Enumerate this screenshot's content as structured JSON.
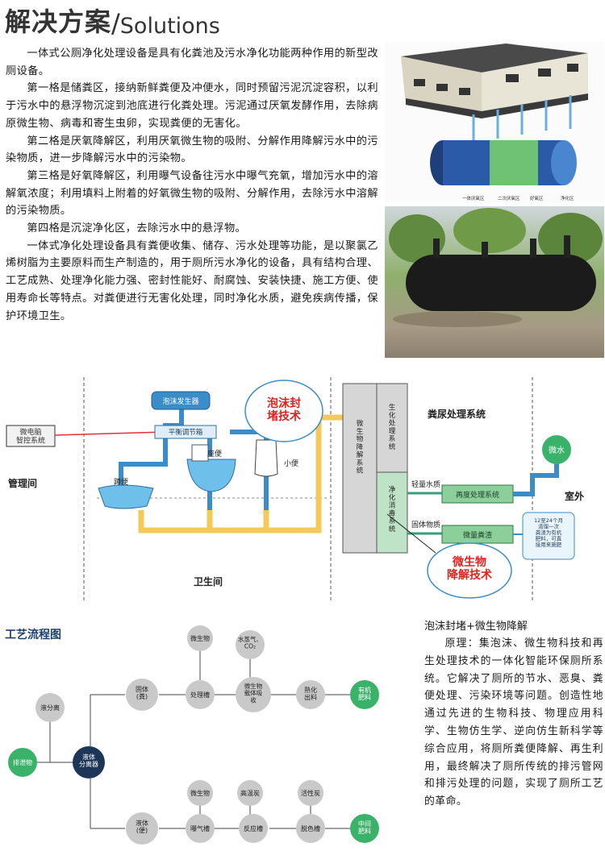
{
  "heading": {
    "zh": "解决方案",
    "slash": "/",
    "en": "Solutions"
  },
  "intro": [
    "一体式公厕净化处理设备是具有化粪池及污水净化功能两种作用的新型改厕设备。",
    "第一格是储粪区，接纳新鲜粪便及冲便水，同时预留污泥沉淀容积，以利于污水中的悬浮物沉淀到池底进行化粪处理。污泥通过厌氧发酵作用，去除病原微生物、病毒和寄生虫卵，实现粪便的无害化。",
    "第二格是厌氧降解区，利用厌氧微生物的吸附、分解作用降解污水中的污染物质，进一步降解污水中的污染物。",
    "第三格是好氧降解区，利用曝气设备往污水中曝气充氧，增加污水中的溶解氧浓度；利用填料上附着的好氧微生物的吸附、分解作用，去除污水中溶解的污染物质。",
    "第四格是沉淀净化区，去除污水中的悬浮物。",
    "一体式净化处理设备具有粪便收集、储存、污水处理等功能，是以聚氯乙烯树脂为主要原料而生产制造的，用于厕所污水净化的设备，具有结构合理、工艺成熟、处理净化能力强、密封性能好、耐腐蚀、安装快捷、施工方便、使用寿命长等特点。对粪便进行无害化处理，同时净化水质，避免疾病传播，保护环境卫生。"
  ],
  "render": {
    "labels": [
      "一体厌氧区",
      "二次厌氧区",
      "好氧区",
      "净化区"
    ]
  },
  "diagram": {
    "control_box": "微电脑\n智控系统",
    "management_room": "管理间",
    "foam_generator": "泡沫发生器",
    "balance_box": "平衡调节箱",
    "squat_toilet": "蹲便",
    "seat_toilet": "座便",
    "urinal": "小便",
    "bubble_foam": "泡沫封\n堵技术",
    "restroom": "卫生间",
    "col_microbe": "微\n生\n物\n降\n解\n系\n统",
    "col_bio": "生\n化\n处\n理\n系\n统",
    "col_purify": "净\n化\n消\n毒\n系\n统",
    "system_title": "粪尿处理系统",
    "light_water": "轻量水质",
    "solid_matter": "固体物质",
    "reprocess": "再度处理系统",
    "micro_water": "微水",
    "outdoor": "室外",
    "micro_residue": "微量粪渣",
    "note": "12至24个月\n清理一次\n粪渣为有机\n肥料，可直\n接用来施肥",
    "bubble_micro": "微生物\n降解技术"
  },
  "flow": {
    "title": "工艺流程图",
    "n_excreta": "排泄物",
    "n_gas_sep": "液分离",
    "n_liquid_sep": "液体\n分离器",
    "n_solid": "固体\n(粪)",
    "n_treat": "处理槽",
    "n_microbe_top": "微生物",
    "n_microbe_absorb": "微生物\n载体吸\n收",
    "n_gas_out": "水蒸气、\nCO₂",
    "n_mature": "熟化\n出料",
    "n_organic": "有机\n肥料",
    "n_liquid": "液体\n(便)",
    "n_aeration": "曝气槽",
    "n_reaction": "反应槽",
    "n_decolor": "脱色槽",
    "n_reuse": "中间\n肥料",
    "n_microbe_bottom": "微生物",
    "n_carbon_hi": "高温炭",
    "n_carbon_act": "活性炭"
  },
  "side": {
    "caption": "泡沫封堵+微生物降解",
    "body": "原理：集泡沫、微生物科技和再生处理技术的一体化智能环保厕所系统。它解决了厕所的节水、恶臭、粪便处理、污染环境等问题。创造性地通过先进的生物科技、物理应用科学、生物仿生学、逆向仿生新科学等综合应用，将厕所粪便降解、再生利用，最终解决了厕所传统的排污管网和排污处理的问题，实现了厕所工艺的革命。"
  },
  "colors": {
    "pipe_blue": "#3b8dc9",
    "pipe_yellow": "#f4c95a",
    "box_green": "#8ccf9a",
    "node_gray": "#c9c9c9",
    "node_navy": "#1d3557",
    "node_green": "#3bb26a",
    "bubble_red": "#e0221f"
  }
}
